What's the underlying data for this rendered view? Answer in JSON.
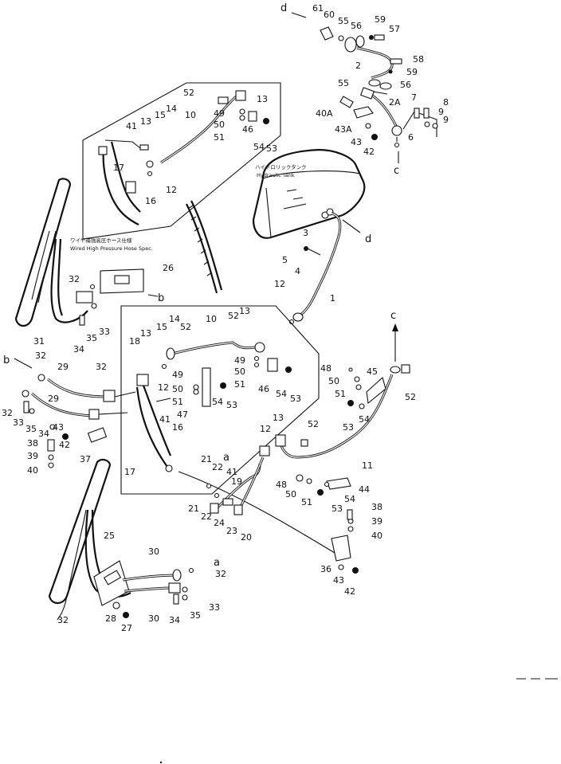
{
  "callouts": {
    "top": [
      "d",
      "61",
      "60",
      "55",
      "56",
      "59",
      "57",
      "2",
      "58",
      "59",
      "55",
      "56",
      "2A",
      "7",
      "8",
      "40A",
      "9",
      "9",
      "43A",
      "43",
      "42",
      "6",
      "c"
    ],
    "tank": [
      "3",
      "d",
      "5",
      "4",
      "1",
      "12"
    ],
    "inset_a": [
      "52",
      "13",
      "14",
      "15",
      "13",
      "41",
      "10",
      "49",
      "50",
      "51",
      "46",
      "54",
      "53",
      "17",
      "12",
      "16"
    ],
    "inset_b": [
      "13",
      "15",
      "14",
      "52",
      "10",
      "52",
      "13",
      "49",
      "50",
      "51",
      "46",
      "54",
      "53",
      "18",
      "12",
      "49",
      "50",
      "51",
      "47",
      "54",
      "53",
      "41",
      "16",
      "17"
    ],
    "left": [
      "32",
      "26",
      "b",
      "31",
      "34",
      "35",
      "33",
      "b",
      "32",
      "29",
      "32",
      "29",
      "32",
      "33",
      "35",
      "34",
      "43",
      "42",
      "38",
      "39",
      "40",
      "37"
    ],
    "right": [
      "c",
      "48",
      "45",
      "50",
      "51",
      "52",
      "53",
      "54",
      "11",
      "13",
      "12",
      "52",
      "a",
      "41",
      "19",
      "21",
      "22",
      "21",
      "22",
      "24",
      "23",
      "20",
      "48",
      "50",
      "51",
      "44",
      "54",
      "53",
      "38",
      "39",
      "40",
      "36",
      "43",
      "42"
    ],
    "bottom": [
      "25",
      "30",
      "a",
      "32",
      "28",
      "27",
      "30",
      "34",
      "35",
      "33",
      "32"
    ]
  },
  "notes": {
    "tank_jp": "ハイドロリックタンク",
    "tank_en": "Hydraulic Tank",
    "inset_jp": "ワイヤ補強高圧ホース仕様",
    "inset_en": "Wired High Pressure Hose Spec."
  }
}
